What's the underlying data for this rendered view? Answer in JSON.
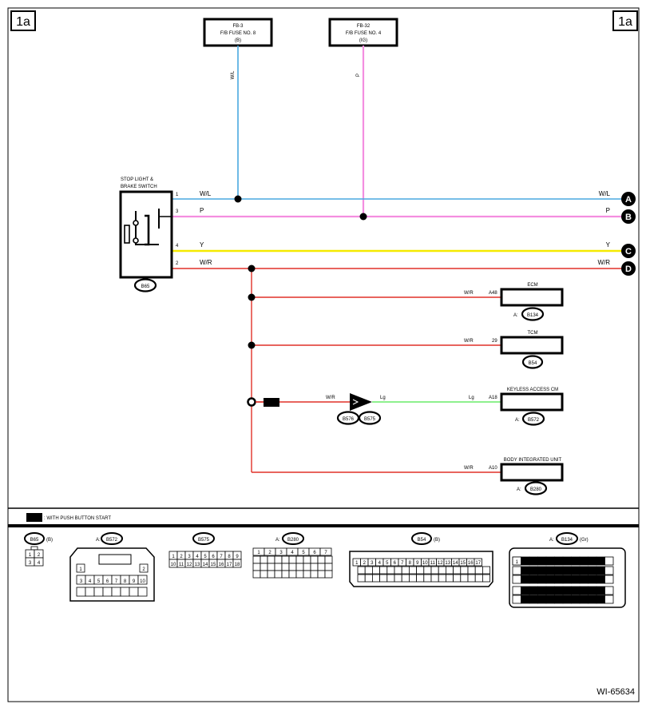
{
  "page_tag_left": "1a",
  "page_tag_right": "1a",
  "figure_id": "WI-65634",
  "colors": {
    "W/L": "#4aa8e0",
    "P": "#f48ee0",
    "Y": "#f5ea00",
    "W/R": "#e03028",
    "Lg": "#8ef08e"
  },
  "fuses": [
    {
      "line1": "FB-3",
      "line2": "F/B FUSE NO. 8",
      "line3": "(B)",
      "wire": "W/L"
    },
    {
      "line1": "FB-32",
      "line2": "F/B FUSE NO. 4",
      "line3": "(IG)",
      "wire": "P"
    }
  ],
  "switch": {
    "title_line1": "STOP LIGHT &",
    "title_line2": "BRAKE SWITCH",
    "connector": "B65",
    "pins": [
      {
        "pin": "1",
        "wire": "W/L",
        "terminal": "A"
      },
      {
        "pin": "3",
        "wire": "P",
        "terminal": "B"
      },
      {
        "pin": "4",
        "wire": "Y",
        "terminal": "C"
      },
      {
        "pin": "2",
        "wire": "W/R",
        "terminal": "D"
      }
    ]
  },
  "branches": [
    {
      "name": "ECM",
      "wire": "W/R",
      "pin": "A48",
      "connector": "B134",
      "prefix": "A:"
    },
    {
      "name": "TCM",
      "wire": "W/R",
      "pin": "29",
      "connector": "B54",
      "prefix": ""
    },
    {
      "name": "KEYLESS ACCESS CM",
      "wire_in": "W/R",
      "wire_out": "Lg",
      "wire_end": "Lg",
      "pin": "A18",
      "connector": "B572",
      "prefix": "A:",
      "diode_connectors": [
        "B576",
        "B575"
      ],
      "badge": "WP"
    },
    {
      "name": "BODY INTEGRATED UNIT",
      "wire": "W/R",
      "pin": "A10",
      "connector": "B280",
      "prefix": "A:"
    }
  ],
  "legend": {
    "badge": "WP",
    "text": ": WITH PUSH BUTTON START"
  },
  "connectors": [
    {
      "prefix": "",
      "name": "B65",
      "suffix": "(B)"
    },
    {
      "prefix": "A:",
      "name": "B572",
      "suffix": ""
    },
    {
      "prefix": "",
      "name": "B575",
      "suffix": ""
    },
    {
      "prefix": "A:",
      "name": "B280",
      "suffix": ""
    },
    {
      "prefix": "",
      "name": "B54",
      "suffix": "(B)"
    },
    {
      "prefix": "A:",
      "name": "B134",
      "suffix": "(Gr)"
    }
  ]
}
